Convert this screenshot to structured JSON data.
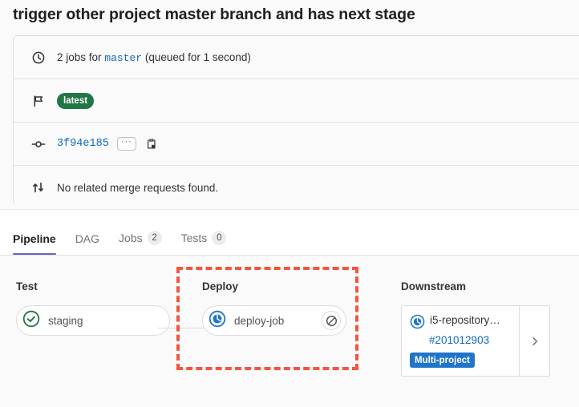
{
  "page": {
    "title": "trigger other project master branch and has next stage"
  },
  "info": {
    "jobs_row": {
      "icon": "clock-icon",
      "prefix": "2 jobs for ",
      "ref": "master",
      "suffix": " (queued for 1 second)"
    },
    "latest_row": {
      "icon": "flag-icon",
      "badge": "latest"
    },
    "commit_row": {
      "icon": "commit-icon",
      "sha": "3f94e185",
      "ellipsis_label": "···",
      "copy_icon": "copy-icon"
    },
    "merge_row": {
      "icon": "merge-request-icon",
      "text": "No related merge requests found."
    }
  },
  "tabs": [
    {
      "label": "Pipeline",
      "count": null,
      "active": true
    },
    {
      "label": "DAG",
      "count": null,
      "active": false
    },
    {
      "label": "Jobs",
      "count": "2",
      "active": false
    },
    {
      "label": "Tests",
      "count": "0",
      "active": false
    }
  ],
  "pipeline": {
    "stages": [
      {
        "name": "Test",
        "jobs": [
          {
            "name": "staging",
            "status": "success",
            "status_icon": "status-success-icon",
            "action": null
          }
        ]
      },
      {
        "name": "Deploy",
        "highlighted": true,
        "jobs": [
          {
            "name": "deploy-job",
            "status": "pending",
            "status_icon": "status-pending-icon",
            "action": "cancel-icon"
          }
        ]
      }
    ],
    "downstream": {
      "title": "Downstream",
      "cards": [
        {
          "status_icon": "status-pending-icon",
          "name": "i5-repository…",
          "pipeline_id": "#201012903",
          "badge": "Multi-project",
          "expand_icon": "chevron-right-icon"
        }
      ]
    }
  },
  "colors": {
    "success": "#217645",
    "pending": "#1f75cb",
    "link": "#1068bf",
    "highlight": "#f4553f",
    "tab_active_underline": "#6666c4",
    "badge_latest_bg": "#217645",
    "badge_multi_bg": "#1f75cb"
  }
}
